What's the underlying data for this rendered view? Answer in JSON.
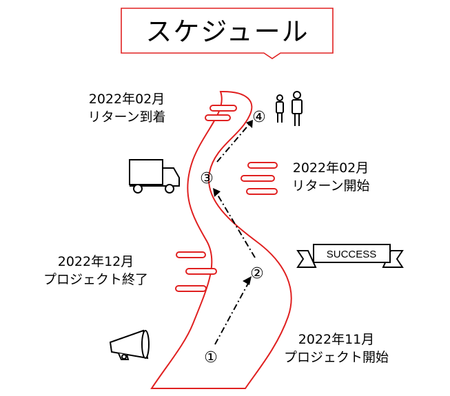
{
  "title": "スケジュール",
  "milestones": [
    {
      "id": "m1",
      "step": "①",
      "date": "2022年11月",
      "event": "プロジェクト開始"
    },
    {
      "id": "m2",
      "step": "②",
      "date": "2022年12月",
      "event": "プロジェクト終了"
    },
    {
      "id": "m3",
      "step": "③",
      "date": "2022年02月",
      "event": "リターン開始"
    },
    {
      "id": "m4",
      "step": "④",
      "date": "2022年02月",
      "event": "リターン到着"
    }
  ],
  "banner": {
    "text": "SUCCESS"
  },
  "icons": {
    "megaphone": "megaphone-icon",
    "truck": "truck-icon",
    "people": "people-icon",
    "ribbon": "ribbon-banner-icon"
  },
  "colors": {
    "accent": "#e02020",
    "ink": "#000000",
    "background": "#ffffff"
  }
}
